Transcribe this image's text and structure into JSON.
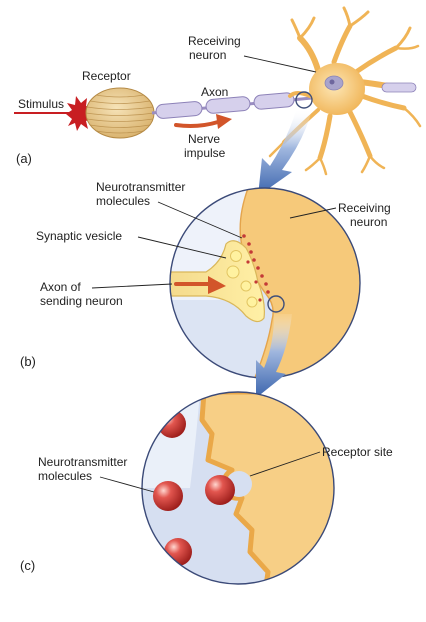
{
  "panel_a": {
    "tag": "(a)",
    "labels": {
      "stimulus": "Stimulus",
      "receptor": "Receptor",
      "axon": "Axon",
      "nerve_impulse_1": "Nerve",
      "nerve_impulse_2": "impulse",
      "receiving_neuron_1": "Receiving",
      "receiving_neuron_2": "neuron"
    }
  },
  "panel_b": {
    "tag": "(b)",
    "labels": {
      "neurotransmitter_1": "Neurotransmitter",
      "neurotransmitter_2": "molecules",
      "receiving_neuron_1": "Receiving",
      "receiving_neuron_2": "neuron",
      "synaptic_vesicle": "Synaptic vesicle",
      "axon_sending_1": "Axon of",
      "axon_sending_2": "sending neuron"
    }
  },
  "panel_c": {
    "tag": "(c)",
    "labels": {
      "neurotransmitter_1": "Neurotransmitter",
      "neurotransmitter_2": "molecules",
      "receptor_site": "Receptor site"
    }
  },
  "colors": {
    "neuron_fill": "#f6c97a",
    "neuron_fill_light": "#fbe3b5",
    "nucleus": "#a9a4cc",
    "axon_sheath": "#c9c3e2",
    "stimulus_red": "#c81e22",
    "impulse_arrow": "#d2552a",
    "zoom_arrow": "#3f6db5",
    "synapse_bg": "#cfd9ee",
    "molecule_red": "#c43a37",
    "vesicle": "#fff2a0"
  }
}
